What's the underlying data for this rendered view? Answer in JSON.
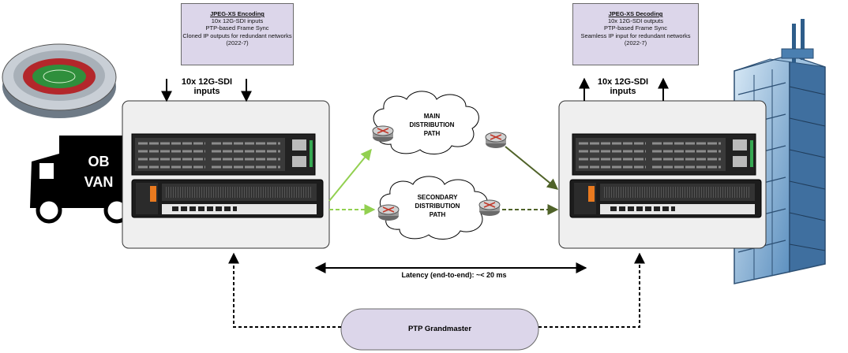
{
  "encoder_callout": {
    "title": "JPEG-XS Encoding",
    "lines": [
      "10x 12G-SDI inputs",
      "PTP-based Frame Sync",
      "Cloned IP outputs for redundant networks",
      "(2022-7)"
    ]
  },
  "decoder_callout": {
    "title": "JPEG-XS Decoding",
    "lines": [
      "10x 12G-SDI outputs",
      "PTP-based Frame Sync",
      "Seamless IP input for redundant networks",
      "(2022-7)"
    ]
  },
  "encoder_sdi_label": [
    "10x 12G-SDI",
    "inputs"
  ],
  "decoder_sdi_label": [
    "10x 12G-SDI",
    "inputs"
  ],
  "ob_van": [
    "OB",
    "VAN"
  ],
  "main_path": [
    "MAIN",
    "DISTRIBUTION",
    "PATH"
  ],
  "secondary_path": [
    "SECONDARY",
    "DISTRIBUTION",
    "PATH"
  ],
  "latency": "Latency (end-to-end): ~< 20 ms",
  "ptp": "PTP Grandmaster",
  "colors": {
    "callout_fill": "#dcd6ea",
    "main_link": "#92d050",
    "main_link_out": "#4f6228",
    "panel": "#efefef",
    "ptp_fill": "#dcd6ea"
  }
}
